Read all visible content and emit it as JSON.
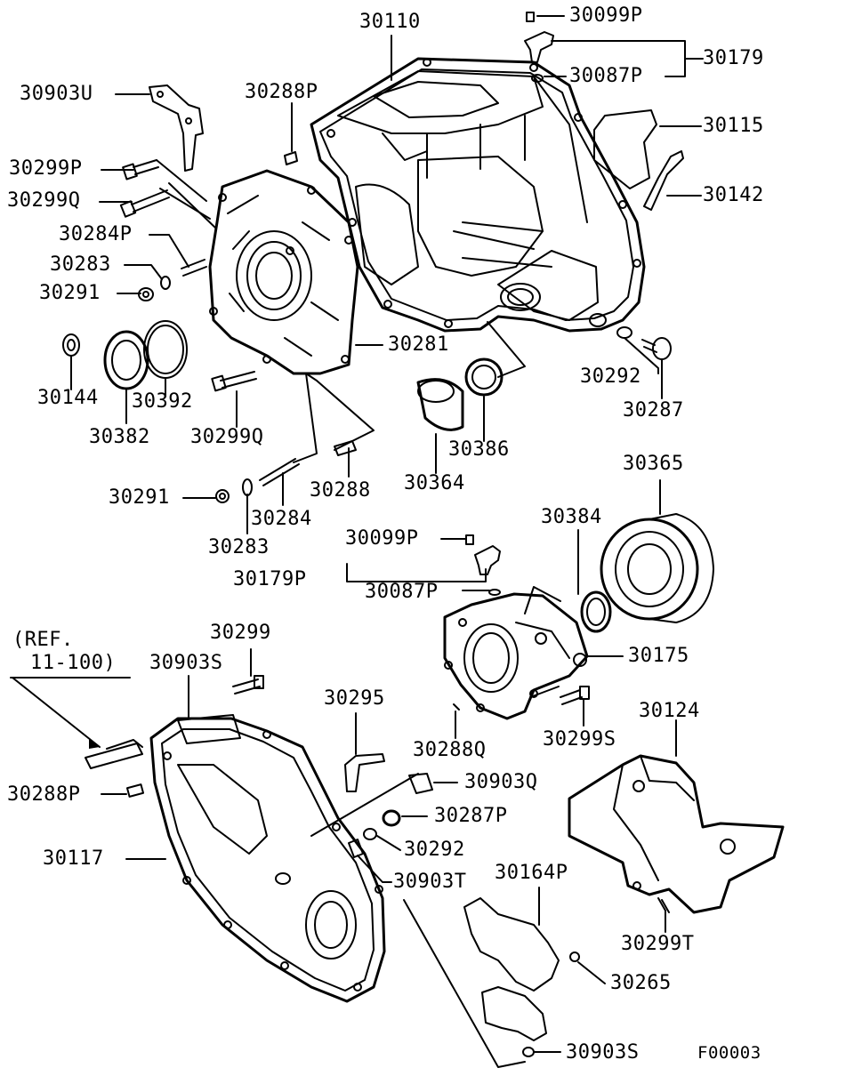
{
  "diagram": {
    "labels": [
      {
        "id": "30110",
        "text": "30110"
      },
      {
        "id": "30099P-top",
        "text": "30099P"
      },
      {
        "id": "30179",
        "text": "30179"
      },
      {
        "id": "30087P-top",
        "text": "30087P"
      },
      {
        "id": "30903U",
        "text": "30903U"
      },
      {
        "id": "30288P-top",
        "text": "30288P"
      },
      {
        "id": "30115",
        "text": "30115"
      },
      {
        "id": "30299P",
        "text": "30299P"
      },
      {
        "id": "30142",
        "text": "30142"
      },
      {
        "id": "30299Q-left",
        "text": "30299Q"
      },
      {
        "id": "30284P",
        "text": "30284P"
      },
      {
        "id": "30283-left",
        "text": "30283"
      },
      {
        "id": "30291-left",
        "text": "30291"
      },
      {
        "id": "30281",
        "text": "30281"
      },
      {
        "id": "30292-right",
        "text": "30292"
      },
      {
        "id": "30144",
        "text": "30144"
      },
      {
        "id": "30392",
        "text": "30392"
      },
      {
        "id": "30287",
        "text": "30287"
      },
      {
        "id": "30382",
        "text": "30382"
      },
      {
        "id": "30299Q-bottom",
        "text": "30299Q"
      },
      {
        "id": "30386",
        "text": "30386"
      },
      {
        "id": "30365",
        "text": "30365"
      },
      {
        "id": "30364",
        "text": "30364"
      },
      {
        "id": "30291-mid",
        "text": "30291"
      },
      {
        "id": "30288-mid",
        "text": "30288"
      },
      {
        "id": "30284",
        "text": "30284"
      },
      {
        "id": "30384",
        "text": "30384"
      },
      {
        "id": "30099P-mid",
        "text": "30099P"
      },
      {
        "id": "30283-mid",
        "text": "30283"
      },
      {
        "id": "30179P",
        "text": "30179P"
      },
      {
        "id": "30087P-mid",
        "text": "30087P"
      },
      {
        "id": "30299",
        "text": "30299"
      },
      {
        "id": "REF-1",
        "text": "(REF."
      },
      {
        "id": "REF-2",
        "text": "11-100)"
      },
      {
        "id": "30903S-top",
        "text": "30903S"
      },
      {
        "id": "30175",
        "text": "30175"
      },
      {
        "id": "30295",
        "text": "30295"
      },
      {
        "id": "30124",
        "text": "30124"
      },
      {
        "id": "30299S",
        "text": "30299S"
      },
      {
        "id": "30288Q",
        "text": "30288Q"
      },
      {
        "id": "30288P-bottom",
        "text": "30288P"
      },
      {
        "id": "30903Q",
        "text": "30903Q"
      },
      {
        "id": "30287P",
        "text": "30287P"
      },
      {
        "id": "30117",
        "text": "30117"
      },
      {
        "id": "30292-bottom",
        "text": "30292"
      },
      {
        "id": "30903T",
        "text": "30903T"
      },
      {
        "id": "30164P",
        "text": "30164P"
      },
      {
        "id": "30299T",
        "text": "30299T"
      },
      {
        "id": "30265",
        "text": "30265"
      },
      {
        "id": "30903S-bottom",
        "text": "30903S"
      },
      {
        "id": "F00003",
        "text": "F00003"
      }
    ]
  }
}
